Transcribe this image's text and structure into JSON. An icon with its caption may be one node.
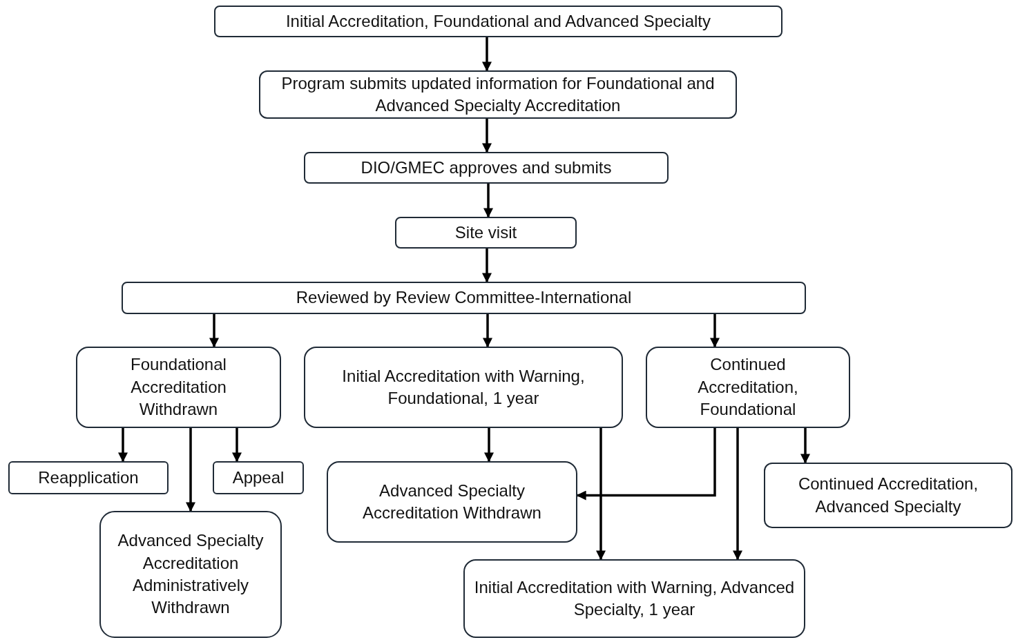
{
  "diagram": {
    "nodes": [
      {
        "text": [
          "Initial Accreditation, Foundational and Advanced Specialty"
        ]
      },
      {
        "text": [
          "Program submits updated information for Foundational and Advanced Specialty Accreditation"
        ]
      },
      {
        "text": [
          "DIO/GMEC approves and submits"
        ]
      },
      {
        "text": [
          "Site visit"
        ]
      },
      {
        "text": [
          "Reviewed by Review Committee-International"
        ]
      },
      {
        "text": [
          "Foundational Accreditation Withdrawn"
        ]
      },
      {
        "text": [
          "Initial Accreditation with Warning, Foundational, 1 year"
        ]
      },
      {
        "text": [
          "Continued Accreditation, Foundational"
        ]
      },
      {
        "text": [
          "Reapplication"
        ]
      },
      {
        "text": [
          "Appeal"
        ]
      },
      {
        "text": [
          "Advanced Specialty Accreditation Administratively Withdrawn"
        ]
      },
      {
        "text": [
          "Advanced Specialty Accreditation Withdrawn"
        ]
      },
      {
        "text": [
          "Continued Accreditation, Advanced Specialty"
        ]
      },
      {
        "text": [
          "Initial Accreditation with Warning, Advanced Specialty, 1 year"
        ]
      }
    ],
    "edges": [
      {
        "from": 0,
        "to": 1,
        "arrow": "to"
      },
      {
        "from": 1,
        "to": 2,
        "arrow": "to"
      },
      {
        "from": 2,
        "to": 3,
        "arrow": "to"
      },
      {
        "from": 3,
        "to": 4,
        "arrow": "to"
      },
      {
        "from": 4,
        "to": 5,
        "arrow": "to"
      },
      {
        "from": 4,
        "to": 6,
        "arrow": "to"
      },
      {
        "from": 4,
        "to": 7,
        "arrow": "to"
      },
      {
        "from": 5,
        "to": 8,
        "arrow": "to"
      },
      {
        "from": 5,
        "to": 10,
        "arrow": "to"
      },
      {
        "from": 5,
        "to": 9,
        "arrow": "to"
      },
      {
        "from": 6,
        "to": 11,
        "arrow": "to"
      },
      {
        "from": 6,
        "to": 13,
        "arrow": "to"
      },
      {
        "from": 7,
        "to": 11,
        "arrow": "to"
      },
      {
        "from": 7,
        "to": 13,
        "arrow": "to"
      },
      {
        "from": 7,
        "to": 12,
        "arrow": "to"
      }
    ]
  }
}
